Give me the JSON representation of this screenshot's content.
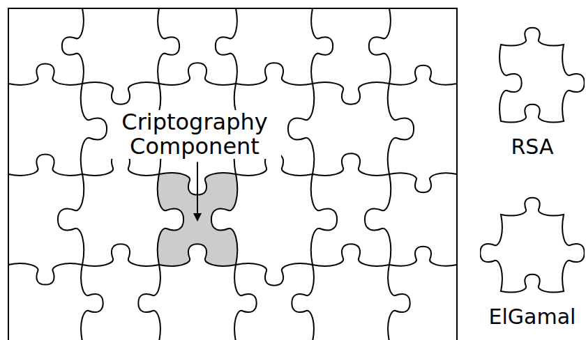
{
  "diagram": {
    "nodes": [
      {
        "text": [
          "RSA"
        ]
      },
      {
        "text": [
          "ElGamal"
        ]
      }
    ],
    "labels": [
      "Criptography Component"
    ]
  }
}
